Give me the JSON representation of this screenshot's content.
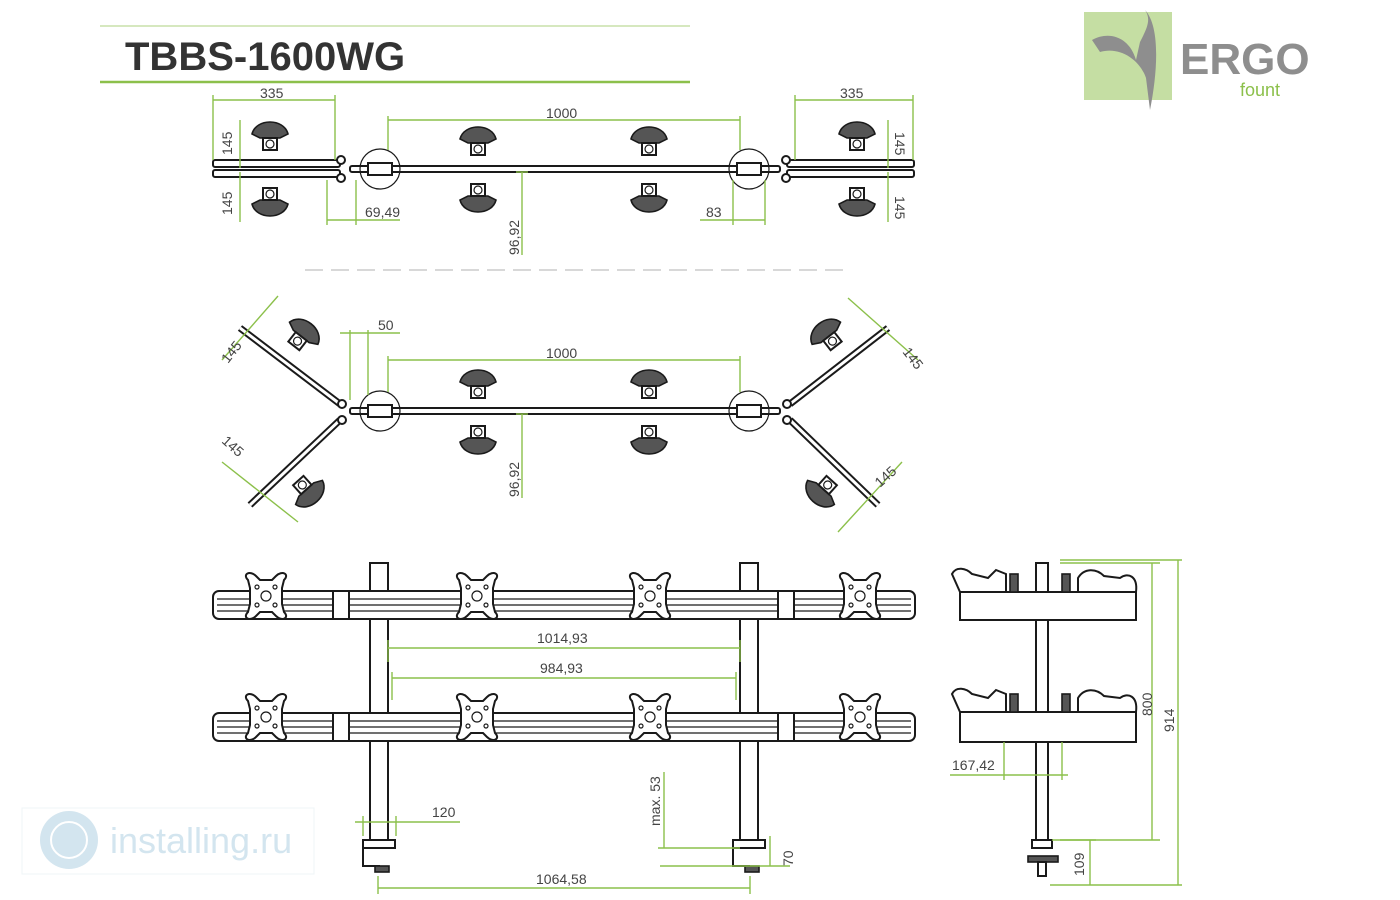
{
  "title": "TBBS-1600WG",
  "logo": {
    "word": "ERGO",
    "sub": "fount",
    "accent_color": "#8cc04b"
  },
  "watermark": {
    "text": "installing.ru"
  },
  "dimensions": {
    "top_view": {
      "left_width": "335",
      "right_width": "335",
      "span": "1000",
      "left_upper": "145",
      "left_lower": "145",
      "right_upper": "145",
      "right_lower": "145",
      "clamp_offset_left": "69,49",
      "clamp_offset_right": "83",
      "depth": "96,92"
    },
    "angled_view": {
      "offset": "50",
      "span": "1000",
      "depth": "96,92",
      "arm_ul": "145",
      "arm_ll": "145",
      "arm_ur": "145",
      "arm_lr": "145"
    },
    "front_view": {
      "pole_outer": "1014,93",
      "pole_inner": "984,93",
      "clamp_width": "120",
      "clamp_height": "max. 53",
      "base_height": "70",
      "base_span": "1064,58"
    },
    "side_view": {
      "rail_height": "800",
      "total_height": "914",
      "depth": "167,42",
      "bottom": "109"
    }
  },
  "colors": {
    "dimension": "#8cc04b",
    "line": "#1a1a1a",
    "title": "#333333"
  }
}
